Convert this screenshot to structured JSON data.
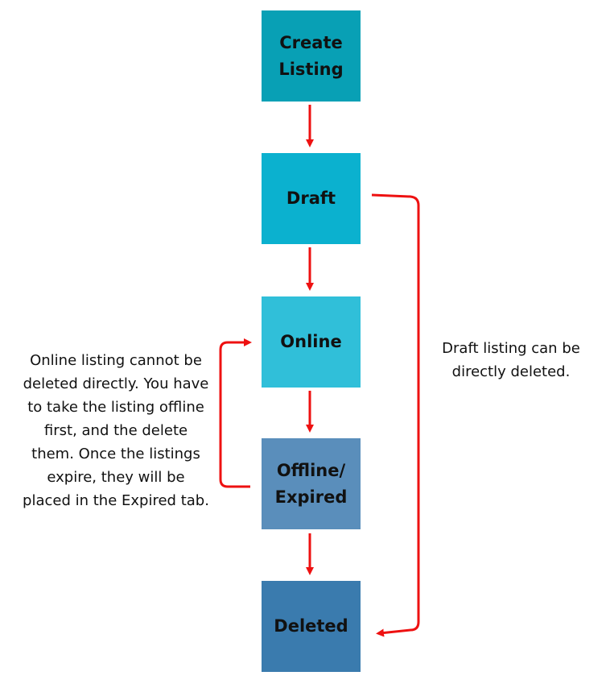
{
  "nodes": {
    "create_listing": {
      "label": "Create\nListing",
      "color": "#08A0B5"
    },
    "draft": {
      "label": "Draft",
      "color": "#0BB1CF"
    },
    "online": {
      "label": "Online",
      "color": "#30BFD9"
    },
    "offline_expired": {
      "label": "Offline/\nExpired",
      "color": "#5A8EBB"
    },
    "deleted": {
      "label": "Deleted",
      "color": "#3A7BAE"
    }
  },
  "notes": {
    "online_note": "Online listing cannot be deleted directly. You have to take the listing offline first, and the delete them. Once the listings expire, they will be placed in the Expired tab.",
    "draft_note": "Draft listing can be directly deleted."
  },
  "colors": {
    "arrow": "#EE1111"
  }
}
